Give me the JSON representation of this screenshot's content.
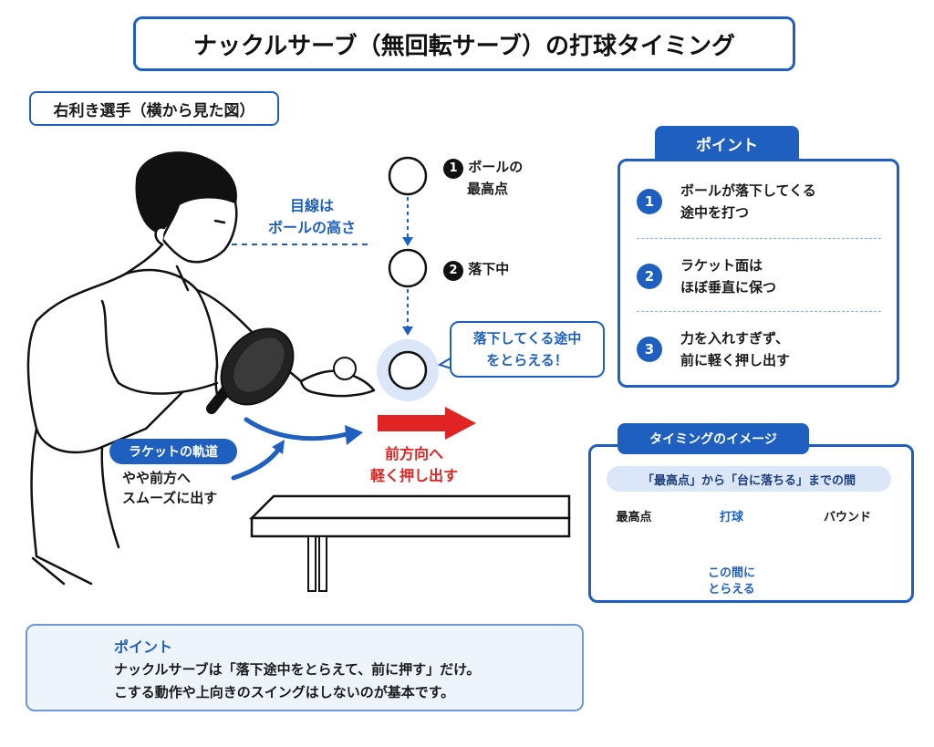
{
  "title": "ナックルサーブ（無回転サーブ）の打球タイミング",
  "subtitle": "右利き選手（横から見た図）",
  "ball_steps": [
    {
      "num": "1",
      "label_line1": "ボールの",
      "label_line2": "最高点"
    },
    {
      "num": "2",
      "label_line1": "落下中",
      "label_line2": ""
    }
  ],
  "gaze_line1": "目線は",
  "gaze_line2": "ボールの高さ",
  "callout_line1": "落下してくる途中",
  "callout_line2": "をとらえる！",
  "trajectory_label": "ラケットの軌道",
  "trajectory_desc_line1": "やや前方へ",
  "trajectory_desc_line2": "スムーズに出す",
  "forward_line1": "前方向へ",
  "forward_line2": "軽く押し出す",
  "points": {
    "heading": "ポイント",
    "items": [
      {
        "num": "1",
        "line1": "ボールが落下してくる",
        "line2": "途中を打つ"
      },
      {
        "num": "2",
        "line1": "ラケット面は",
        "line2": "ほぼ垂直に保つ"
      },
      {
        "num": "3",
        "line1": "力を入れすぎず、",
        "line2": "前に軽く押し出す"
      }
    ]
  },
  "timing": {
    "heading": "タイミングのイメージ",
    "range_text": "「最高点」から「台に落ちる」までの間",
    "peak_label": "最高点",
    "hit_label": "打球",
    "bound_label": "バウンド",
    "catch_line1": "この間に",
    "catch_line2": "とらえる"
  },
  "bottom": {
    "heading": "ポイント",
    "line1": "ナックルサーブは「落下途中をとらえて、前に押す」だけ。",
    "line2": "こする動作や上向きのスイングはしないのが基本です。"
  },
  "colors": {
    "accent": "#1f5fbf",
    "arrow_red": "#e02424",
    "bulb": "#f5c21b",
    "highlight": "#dbe7f8"
  },
  "icons": [
    "lightbulb-icon",
    "down-arrow-icon",
    "right-arrow-icon"
  ]
}
